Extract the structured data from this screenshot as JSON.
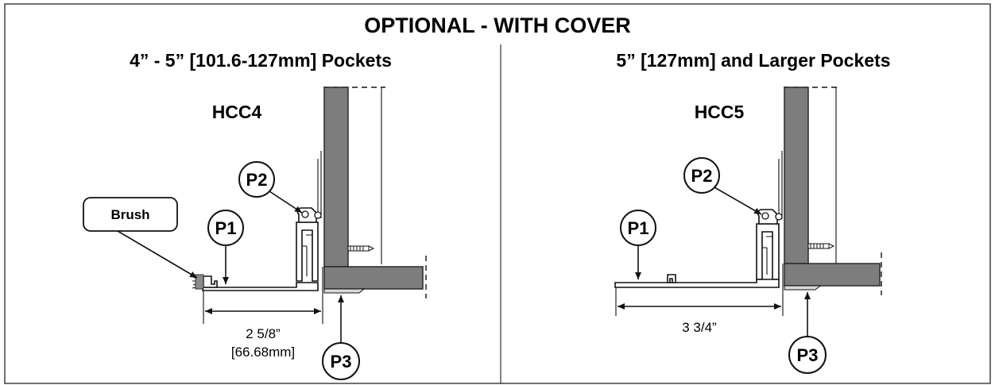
{
  "title": "OPTIONAL - WITH COVER",
  "left_panel": {
    "heading": "4” - 5” [101.6-127mm] Pockets",
    "model": "HCC4",
    "brush_label": "Brush",
    "callouts": {
      "p1": "P1",
      "p2": "P2",
      "p3": "P3"
    },
    "dimension": {
      "imperial": "2 5/8”",
      "metric": "[66.68mm]"
    }
  },
  "right_panel": {
    "heading": "5” [127mm] and Larger Pockets",
    "model": "HCC5",
    "callouts": {
      "p1": "P1",
      "p2": "P2",
      "p3": "P3"
    },
    "dimension": {
      "imperial": "3 3/4”"
    }
  }
}
